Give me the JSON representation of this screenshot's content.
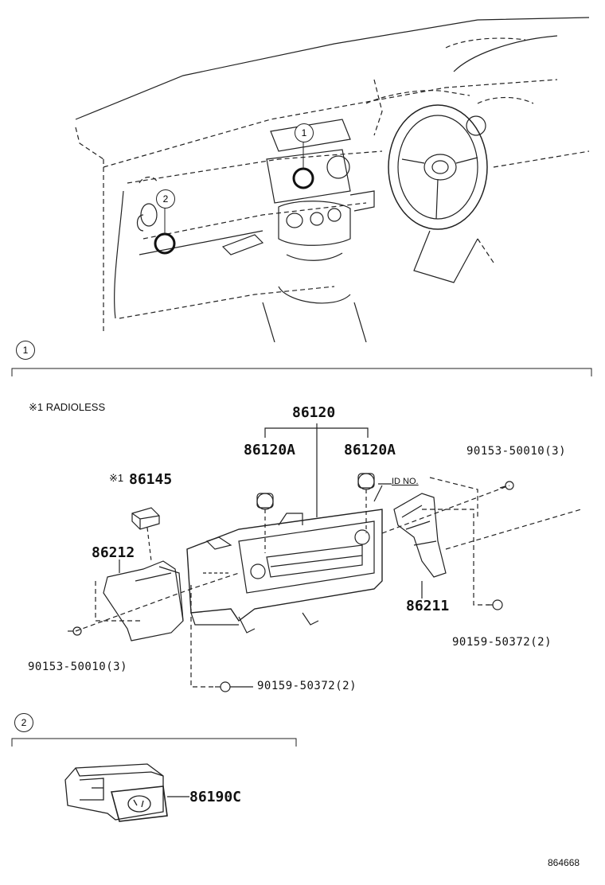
{
  "overview": {
    "callout_1": "1",
    "callout_2": "2"
  },
  "section_1": {
    "marker": "1",
    "note": "※1 RADIOLESS",
    "parts": {
      "p86120": "86120",
      "p86120A_left": "86120A",
      "p86120A_right": "86120A",
      "p86145_mark": "※1",
      "p86145": "86145",
      "p86212": "86212",
      "p86211": "86211",
      "id_no": "ID NO.",
      "bolt_right_top": "90153-50010(3)",
      "bolt_left": "90153-50010(3)",
      "screw_right": "90159-50372(2)",
      "screw_bottom": "90159-50372(2)"
    }
  },
  "section_2": {
    "marker": "2",
    "parts": {
      "p86190C": "86190C"
    }
  },
  "document_id": "864668"
}
